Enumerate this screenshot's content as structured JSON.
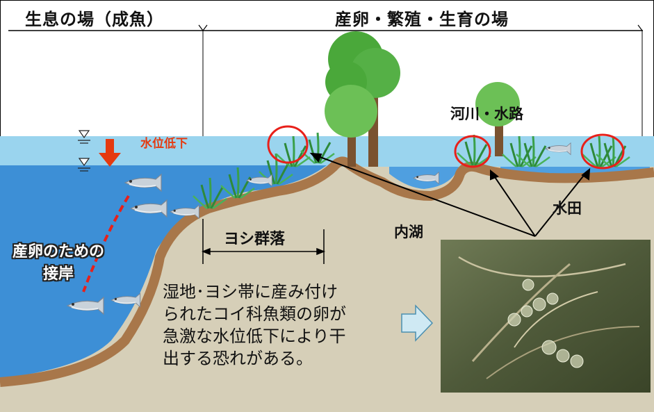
{
  "header": {
    "left_title": "生息の場（成魚）",
    "right_title": "産卵・繁殖・生育の場"
  },
  "labels": {
    "water_level_drop": "水位低下",
    "river_channel": "河川・水路",
    "paddy_field": "水田",
    "inner_lake": "内湖",
    "reed_community": "ヨシ群落",
    "spawning_line1": "産卵のための",
    "spawning_line2": "接岸"
  },
  "note": {
    "text": "湿地･ヨシ帯に産み付け\nられたコイ科魚類の卵が\n急激な水位低下により干\n出する恐れがある。"
  },
  "colors": {
    "water_surface": "#8fd0ec",
    "water_deep": "#3b8fd8",
    "land": "#d4cdb5",
    "bank": "#a8774a",
    "arrow_red": "#e53a10",
    "circle_red": "#e8201a",
    "tree_green": "#4aa83a",
    "trunk": "#7a5230"
  },
  "icons": [
    "water-level-marker-icon",
    "down-arrow-icon",
    "fish-icon",
    "tree-icon",
    "reed-icon",
    "block-arrow-right-icon"
  ]
}
